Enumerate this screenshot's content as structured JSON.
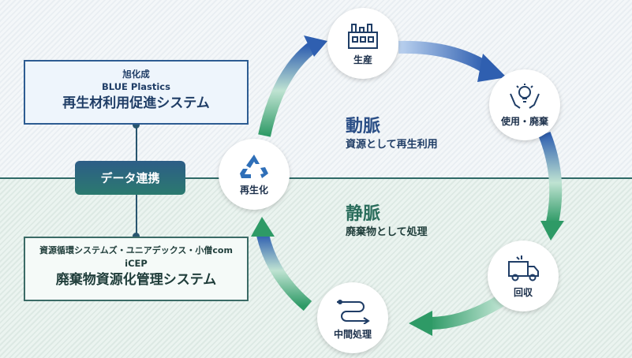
{
  "left": {
    "top_box": {
      "line1": "旭化成",
      "line2": "BLUE Plastics",
      "title": "再生材利用促進システム"
    },
    "link_label": "データ連携",
    "bottom_box": {
      "line1": "資源循環システムズ・ユニアデックス・小僧com",
      "line2": "iCEP",
      "title": "廃棄物資源化管理システム"
    }
  },
  "cycle": {
    "nodes": {
      "production": "生産",
      "use_disposal": "使用・廃棄",
      "collection": "回収",
      "intermediate": "中間処理",
      "recycling": "再生化"
    },
    "artery": {
      "title": "動脈",
      "subtitle": "資源として再生利用"
    },
    "vein": {
      "title": "静脈",
      "subtitle": "廃棄物として処理"
    }
  },
  "colors": {
    "artery_blue": "#2f5fb0",
    "vein_green": "#2e9a66",
    "line": "#28556e"
  }
}
